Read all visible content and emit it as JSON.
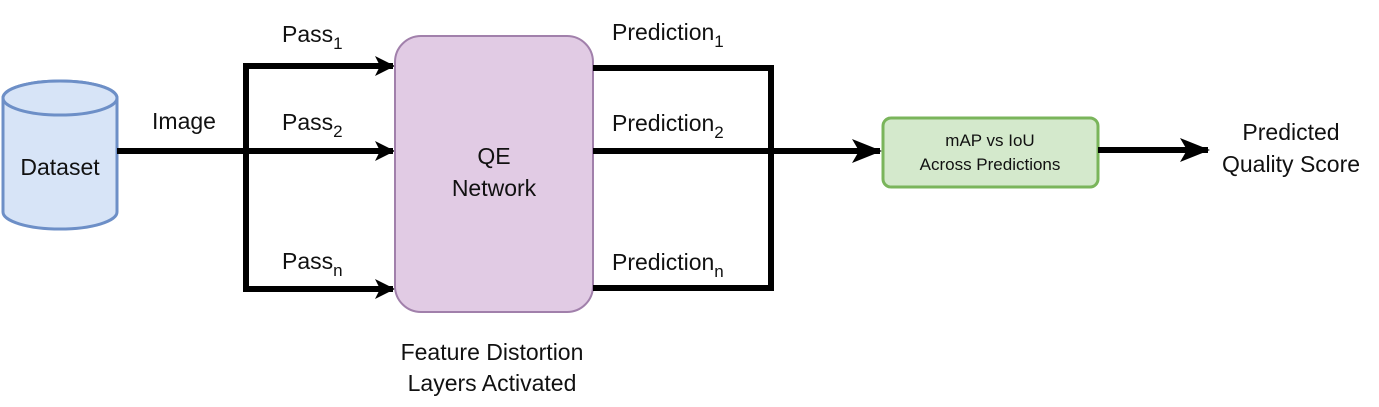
{
  "nodes": {
    "dataset": {
      "label": "Dataset",
      "fill": "#d7e4f7",
      "stroke": "#6d8fc7"
    },
    "qe_network": {
      "line1": "QE",
      "line2": "Network",
      "fill": "#e1cbe4",
      "stroke": "#a180ab"
    },
    "map_vs_iou": {
      "line1": "mAP vs IoU",
      "line2": "Across Predictions",
      "fill": "#d4e9cc",
      "stroke": "#7ab55b"
    },
    "output": {
      "line1": "Predicted",
      "line2": "Quality Score"
    }
  },
  "labels": {
    "image": "Image",
    "pass_1": {
      "base": "Pass",
      "sub": "1"
    },
    "pass_2": {
      "base": "Pass",
      "sub": "2"
    },
    "pass_n": {
      "base": "Pass",
      "sub": "n"
    },
    "prediction_1": {
      "base": "Prediction",
      "sub": "1"
    },
    "prediction_2": {
      "base": "Prediction",
      "sub": "2"
    },
    "prediction_n": {
      "base": "Prediction",
      "sub": "n"
    },
    "caption_line1": "Feature Distortion",
    "caption_line2": "Layers Activated"
  }
}
